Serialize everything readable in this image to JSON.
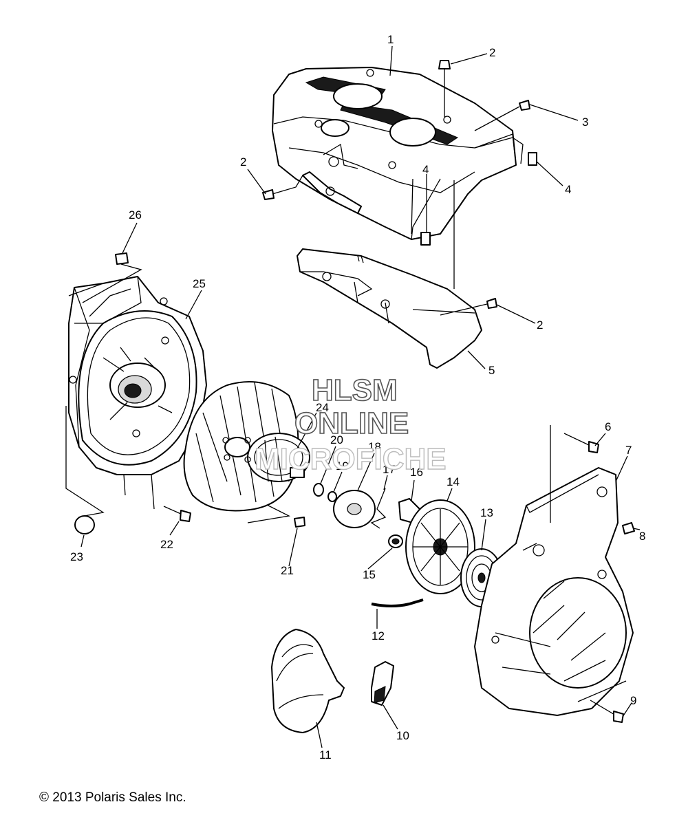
{
  "diagram": {
    "callouts": [
      "1",
      "2",
      "2",
      "2",
      "3",
      "4",
      "4",
      "5",
      "6",
      "7",
      "8",
      "9",
      "10",
      "11",
      "12",
      "13",
      "14",
      "15",
      "16",
      "17",
      "18",
      "19",
      "20",
      "21",
      "22",
      "23",
      "24",
      "25",
      "26"
    ]
  },
  "watermark": {
    "line1": "HLSM",
    "line2": "ONLINE",
    "line3": "MICROFICHE"
  },
  "footer": {
    "copyright": "© 2013 Polaris Sales Inc."
  }
}
